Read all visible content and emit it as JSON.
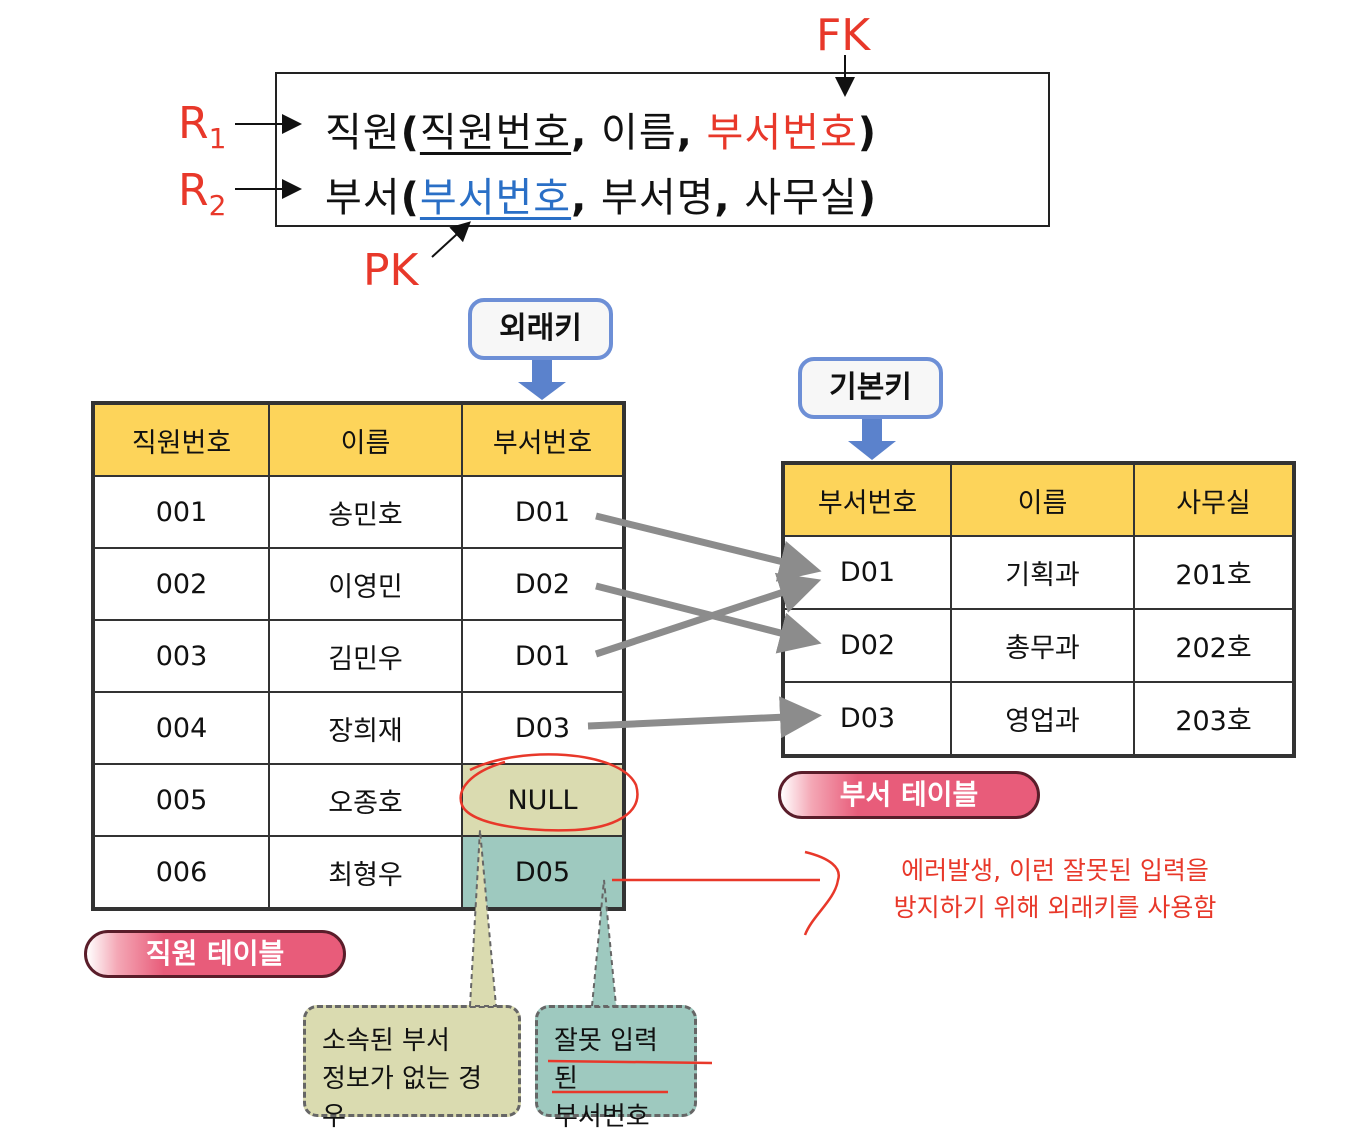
{
  "schema": {
    "fk_label": "FK",
    "pk_label": "PK",
    "r1_label": "R",
    "r1_sub": "1",
    "r2_label": "R",
    "r2_sub": "2",
    "r1": {
      "relation": "직원",
      "open": "(",
      "key": "직원번호",
      "sep1": ",",
      "attr2": "이름",
      "sep2": ",",
      "fk": "부서번호",
      "close": ")"
    },
    "r2": {
      "relation": "부서",
      "open": "(",
      "key": "부서번호",
      "sep1": ",",
      "attr2": "부서명",
      "sep2": ",",
      "attr3": "사무실",
      "close": ")"
    }
  },
  "callouts": {
    "foreign_key": "외래키",
    "primary_key": "기본키"
  },
  "employee_table": {
    "name": "직원 테이블",
    "headers": [
      "직원번호",
      "이름",
      "부서번호"
    ],
    "rows": [
      [
        "001",
        "송민호",
        "D01"
      ],
      [
        "002",
        "이영민",
        "D02"
      ],
      [
        "003",
        "김민우",
        "D01"
      ],
      [
        "004",
        "장희재",
        "D03"
      ],
      [
        "005",
        "오종호",
        "NULL"
      ],
      [
        "006",
        "최형우",
        "D05"
      ]
    ]
  },
  "department_table": {
    "name": "부서 테이블",
    "headers": [
      "부서번호",
      "이름",
      "사무실"
    ],
    "rows": [
      [
        "D01",
        "기획과",
        "201호"
      ],
      [
        "D02",
        "총무과",
        "202호"
      ],
      [
        "D03",
        "영업과",
        "203호"
      ]
    ]
  },
  "notes": {
    "null_note_line1": "소속된 부서",
    "null_note_line2": "정보가 없는 경우",
    "wrong_note_line1": "잘못 입력된",
    "wrong_note_line2": "부서번호",
    "error_line1": "에러발생, 이런 잘못된 입력을",
    "error_line2": "방지하기 위해 외래키를 사용함"
  },
  "colors": {
    "header_fill": "#fdd45a",
    "null_cell_fill": "#dadbb0",
    "wrong_cell_fill": "#9ec9bf",
    "annotation_red": "#e8382a",
    "pk_blue": "#2a6fc6",
    "callout_border": "#6d8fd6",
    "pill_fill": "#e85c7a"
  }
}
